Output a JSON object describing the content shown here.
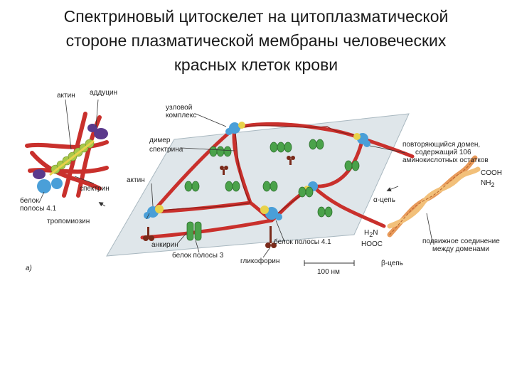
{
  "title": {
    "line1": "Спектриновый цитоскелет на цитоплазматической",
    "line2": "стороне плазматической мембраны человеческих",
    "line3": "красных  клеток крови"
  },
  "diagram": {
    "labels": {
      "actin_top": "актин",
      "adducin": "аддуцин",
      "junction_1": "узловой",
      "junction_2": "комплекс",
      "dimer_1": "димер",
      "dimer_2": "спектрина",
      "actin_mid": "актин",
      "spectrin": "спектрин",
      "band41_left_1": "белок",
      "band41_left_2": "полосы 4.1",
      "tropomyosin": "тропомиозин",
      "ankyrin": "анкирин",
      "band3": "белок полосы 3",
      "glycophorin": "гликофорин",
      "band41_bottom": "белок полосы 4.1",
      "scale": "100 нм",
      "repeat_1": "повторяющийся домен,",
      "repeat_2": "содержащий 106",
      "repeat_3": "аминокислотных остатков",
      "cooh": "COOH",
      "nh2": "NH",
      "nh2_sub": "2",
      "alpha_chain": "α-цепь",
      "h2n": "H",
      "h2n_sub": "2",
      "h2n_end": "N",
      "hooc": "HOOC",
      "flex_1": "подвижное соединение",
      "flex_2": "между доменами",
      "beta_chain": "β-цепь",
      "panel": "а)"
    },
    "colors": {
      "spectrin": "#c9302c",
      "junction": "#4a9fd8",
      "band3": "#4aa24a",
      "glycophorin": "#7a2a1a",
      "membrane": "#dfe6ea",
      "tropomyosin": "#e8d24a",
      "adducin": "#5b3a8c",
      "alpha_chain": "#e89a5a",
      "beta_chain": "#f2c07a"
    }
  }
}
